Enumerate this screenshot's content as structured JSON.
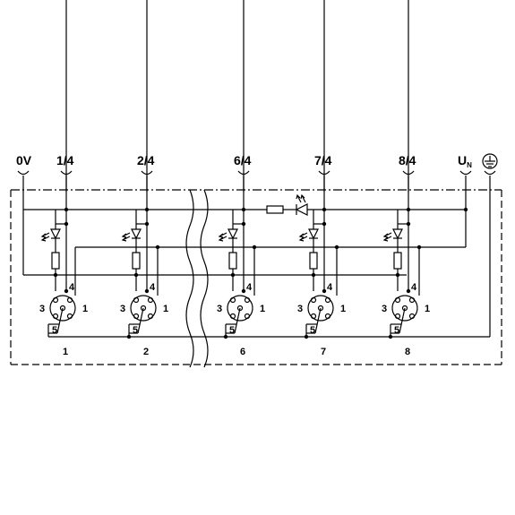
{
  "terminals": [
    {
      "id": "0v",
      "label": "0V"
    },
    {
      "id": "c1",
      "label": "1/4"
    },
    {
      "id": "c2",
      "label": "2/4"
    },
    {
      "id": "c6",
      "label": "6/4"
    },
    {
      "id": "c7",
      "label": "7/4"
    },
    {
      "id": "c8",
      "label": "8/4"
    },
    {
      "id": "un",
      "label": "U",
      "sub": "N"
    }
  ],
  "ground_symbol": "ground-icon",
  "connectors": [
    {
      "number": "1",
      "pins": {
        "left": "3",
        "right": "1",
        "top": "4",
        "bottom": "5"
      }
    },
    {
      "number": "2",
      "pins": {
        "left": "3",
        "right": "1",
        "top": "4",
        "bottom": "5"
      }
    },
    {
      "number": "6",
      "pins": {
        "left": "3",
        "right": "1",
        "top": "4",
        "bottom": "5"
      }
    },
    {
      "number": "7",
      "pins": {
        "left": "3",
        "right": "1",
        "top": "4",
        "bottom": "5"
      }
    },
    {
      "number": "8",
      "pins": {
        "left": "3",
        "right": "1",
        "top": "4",
        "bottom": "5"
      }
    }
  ]
}
